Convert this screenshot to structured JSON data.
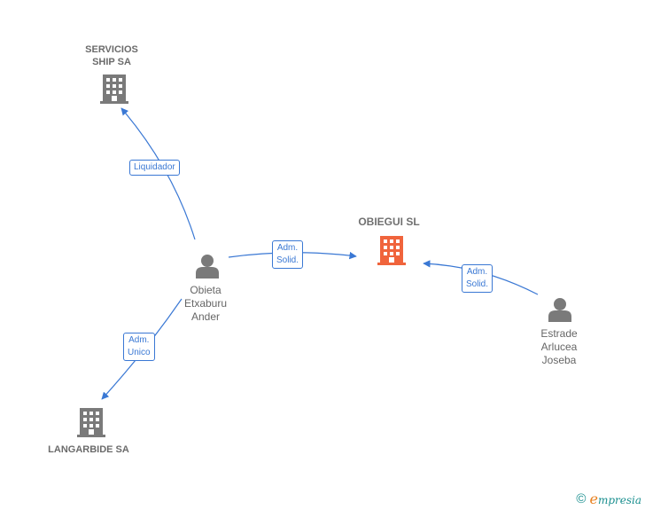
{
  "colors": {
    "edge": "#3a78d4",
    "company": "#7a7a7a",
    "company_focus": "#f0643c",
    "person": "#7a7a7a"
  },
  "nodes": {
    "servicios_ship": {
      "label": "SERVICIOS\nSHIP SA",
      "icon": "building-icon"
    },
    "obiegui": {
      "label": "OBIEGUI  SL",
      "icon": "building-icon"
    },
    "langarbide": {
      "label": "LANGARBIDE SA",
      "icon": "building-icon"
    },
    "obieta": {
      "label": "Obieta\nEtxaburu\nAnder",
      "icon": "person-icon"
    },
    "estrade": {
      "label": "Estrade\nArlucea\nJoseba",
      "icon": "person-icon"
    }
  },
  "edges": {
    "liquidador": {
      "label": "Liquidador"
    },
    "adm_solid_1": {
      "label": "Adm.\nSolid."
    },
    "adm_solid_2": {
      "label": "Adm.\nSolid."
    },
    "adm_unico": {
      "label": "Adm.\nUnico"
    }
  },
  "footer": {
    "copyright": "©",
    "brand_initial": "e",
    "brand_rest": "mpresia"
  }
}
